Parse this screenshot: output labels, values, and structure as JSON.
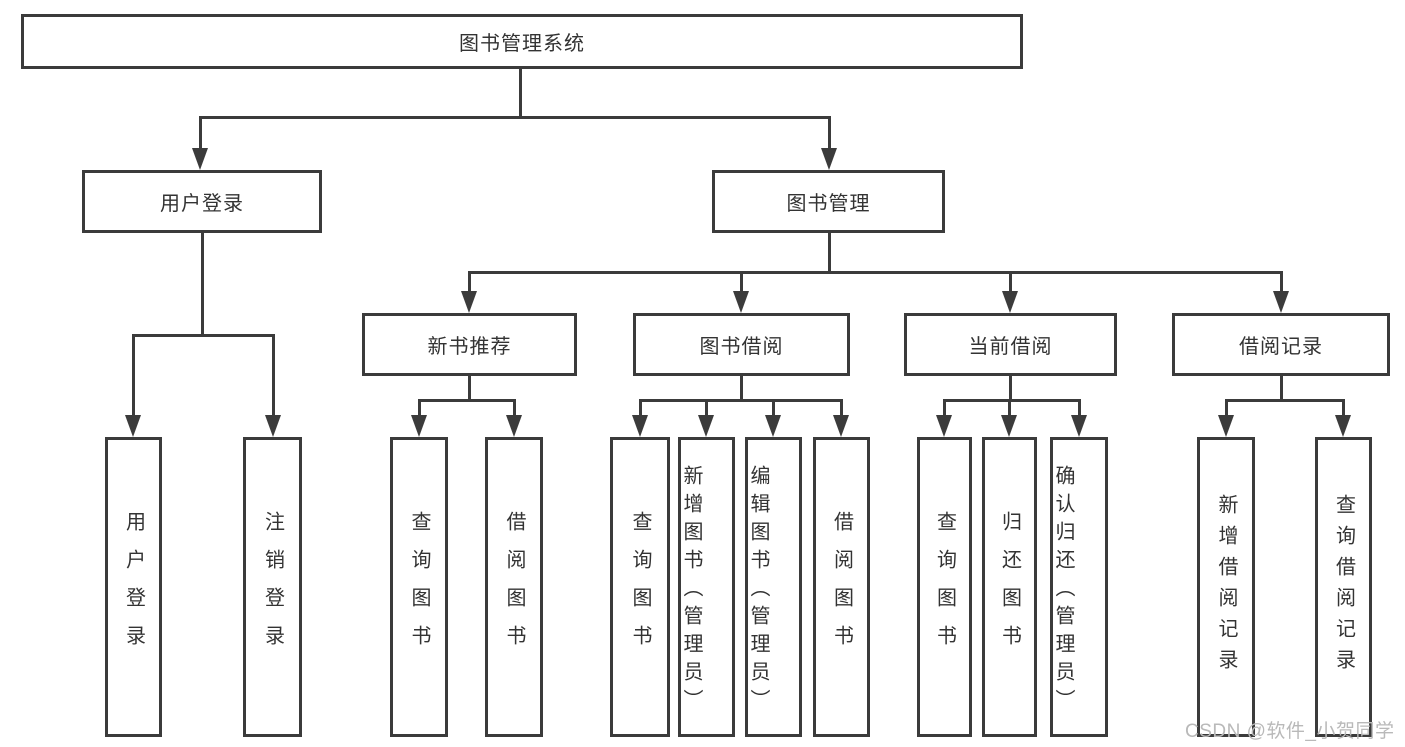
{
  "tree": {
    "root": {
      "label": "图书管理系统"
    },
    "children": [
      {
        "label": "用户登录",
        "children": [
          {
            "label": "用户登录"
          },
          {
            "label": "注销登录"
          }
        ]
      },
      {
        "label": "图书管理",
        "children": [
          {
            "label": "新书推荐",
            "children": [
              {
                "label": "查询图书"
              },
              {
                "label": "借阅图书"
              }
            ]
          },
          {
            "label": "图书借阅",
            "children": [
              {
                "label": "查询图书"
              },
              {
                "label": "新增图书（管理员）"
              },
              {
                "label": "编辑图书（管理员）"
              },
              {
                "label": "借阅图书"
              }
            ]
          },
          {
            "label": "当前借阅",
            "children": [
              {
                "label": "查询图书"
              },
              {
                "label": "归还图书"
              },
              {
                "label": "确认归还（管理员）"
              }
            ]
          },
          {
            "label": "借阅记录",
            "children": [
              {
                "label": "新增借阅记录"
              },
              {
                "label": "查询借阅记录"
              }
            ]
          }
        ]
      }
    ]
  },
  "watermark": {
    "text": "CSDN @软件_小贺同学"
  },
  "colors": {
    "line": "#3b3b3b",
    "text": "#333333",
    "watermark": "#b9b9b9",
    "background": "#ffffff"
  }
}
